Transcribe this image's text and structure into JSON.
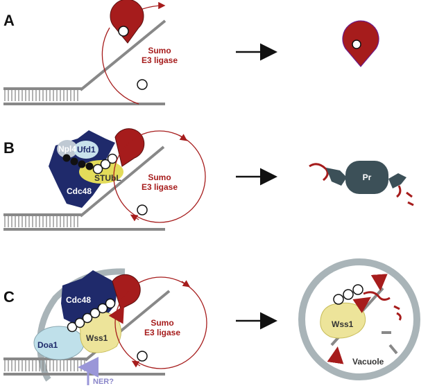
{
  "panels": {
    "a": {
      "letter": "A",
      "ligase_line1": "Sumo",
      "ligase_line2": "E3 ligase"
    },
    "b": {
      "letter": "B",
      "ligase_line1": "Sumo",
      "ligase_line2": "E3 ligase",
      "npl4": "Npl4",
      "ufd1": "Ufd1",
      "stubl": "STUbL",
      "cdc48": "Cdc48",
      "proteasome": "Pr"
    },
    "c": {
      "letter": "C",
      "ligase_line1": "Sumo",
      "ligase_line2": "E3 ligase",
      "cdc48": "Cdc48",
      "doa1": "Doa1",
      "wss1": "Wss1",
      "ner": "NER?",
      "wss1_vacuole": "Wss1",
      "vacuole": "Vacuole"
    }
  },
  "colors": {
    "sumo_red": "#a61c1c",
    "cdc48_navy": "#1f2a6b",
    "stubl_yellow": "#e3dc5a",
    "wss1_yellow": "#ede49a",
    "doa1_blue": "#bfe0ea",
    "proteasome_slate": "#3c5058",
    "dna_grey": "#888888",
    "vacuole_grey": "#a9b4b8",
    "ner_purple": "#9a96d8"
  }
}
